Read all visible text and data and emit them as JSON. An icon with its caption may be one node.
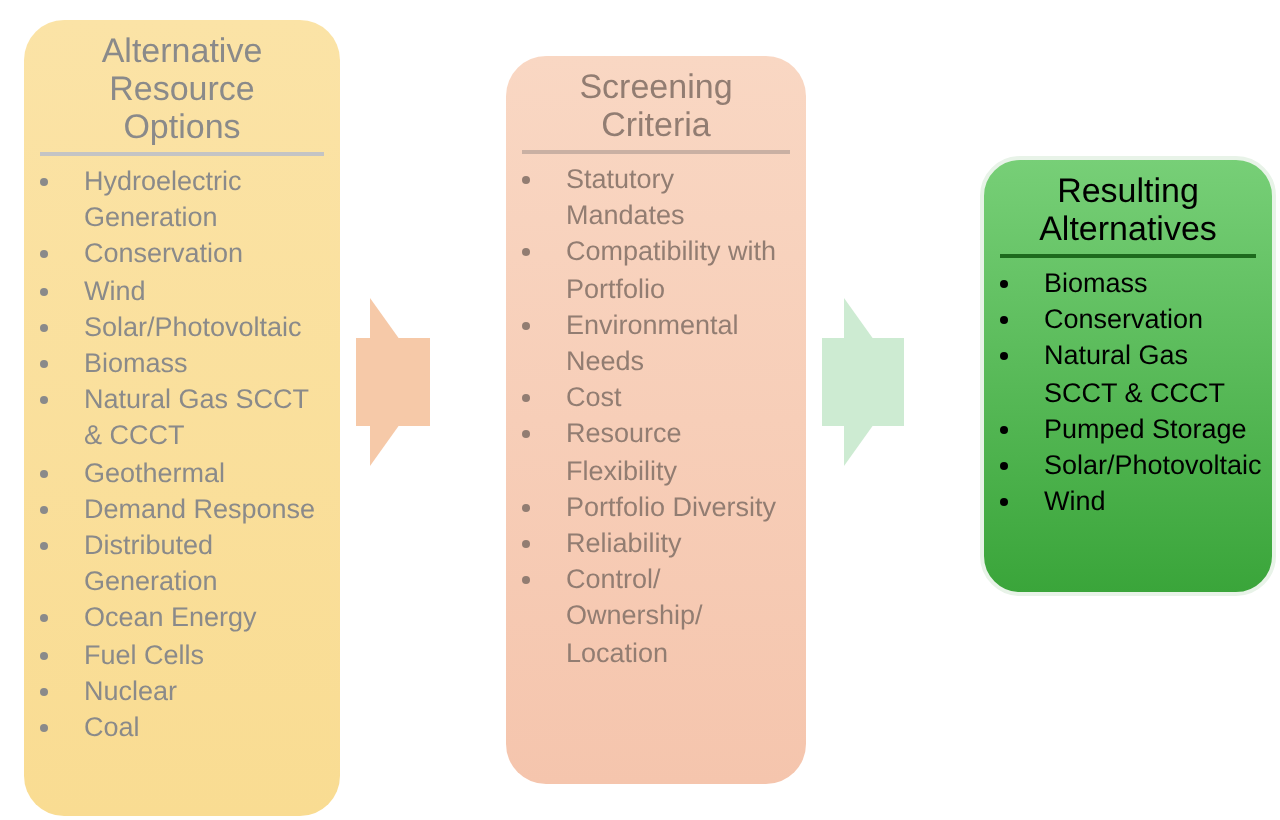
{
  "diagram": {
    "nodes": [
      {
        "text": [
          "Alternative Resource Options",
          "Hydroelectric Generation",
          "Conservation",
          "Wind",
          "Solar/Photovoltaic",
          "Biomass",
          "Natural Gas SCCT & CCCT",
          "Geothermal",
          "Demand Response",
          "Distributed Generation",
          "Ocean Energy",
          "Fuel Cells",
          "Nuclear",
          "Coal"
        ]
      },
      {
        "text": [
          "Screening Criteria",
          "Statutory Mandates",
          "Compatibility with Portfolio",
          "Environmental Needs",
          "Cost",
          "Resource Flexibility",
          "Portfolio Diversity",
          "Reliability",
          "Control/ Ownership/ Location"
        ]
      },
      {
        "text": [
          "Resulting Alternatives",
          "Biomass",
          "Conservation",
          "Natural Gas SCCT & CCCT",
          "Pumped Storage",
          "Solar/Photovoltaic",
          "Wind"
        ]
      }
    ],
    "edges": [
      {
        "from": 0,
        "to": 1,
        "arrow": "to",
        "color": "#f6c9a8"
      },
      {
        "from": 1,
        "to": 2,
        "arrow": "to",
        "color": "#cdebd2"
      }
    ]
  }
}
